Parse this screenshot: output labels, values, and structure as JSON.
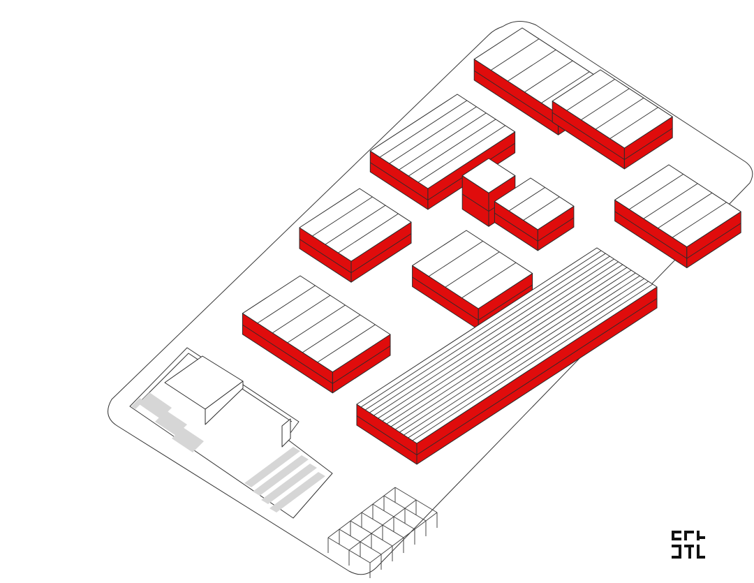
{
  "colors": {
    "background": "#ffffff",
    "roof": "#ffffff",
    "facade": "#e00c0c",
    "outline": "#2b2b2b",
    "paving": "#d6d6d6",
    "logo": "#111111"
  },
  "elements": {
    "site_boundary": "site-boundary",
    "buildings": "red-facade-warehouse-blocks",
    "courtyard": "open-courtyard-with-paving",
    "pergola": "steel-frame-pergola",
    "logo": "studio-logo-mark"
  }
}
